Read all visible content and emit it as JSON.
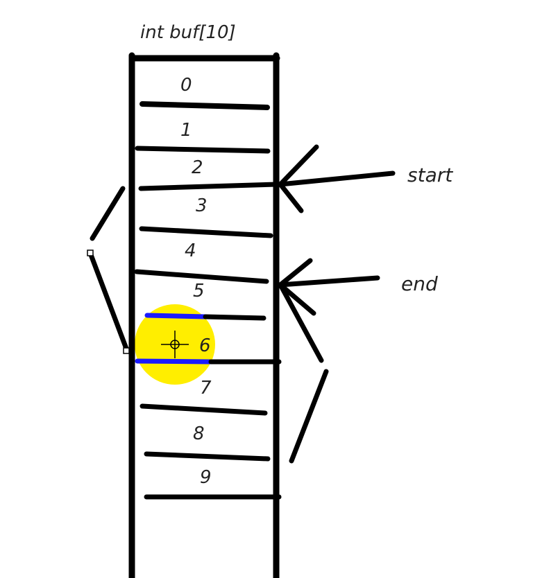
{
  "diagram": {
    "title": "int buf[10]",
    "indices": [
      "0",
      "1",
      "2",
      "3",
      "4",
      "5",
      "6",
      "7",
      "8",
      "9"
    ],
    "pointers": {
      "start": "start",
      "end": "end"
    },
    "cursor_highlight_index": "6",
    "colors": {
      "ink": "#000000",
      "text": "#222222",
      "highlight": "#ffee00",
      "selection": "#1a1aff"
    }
  }
}
